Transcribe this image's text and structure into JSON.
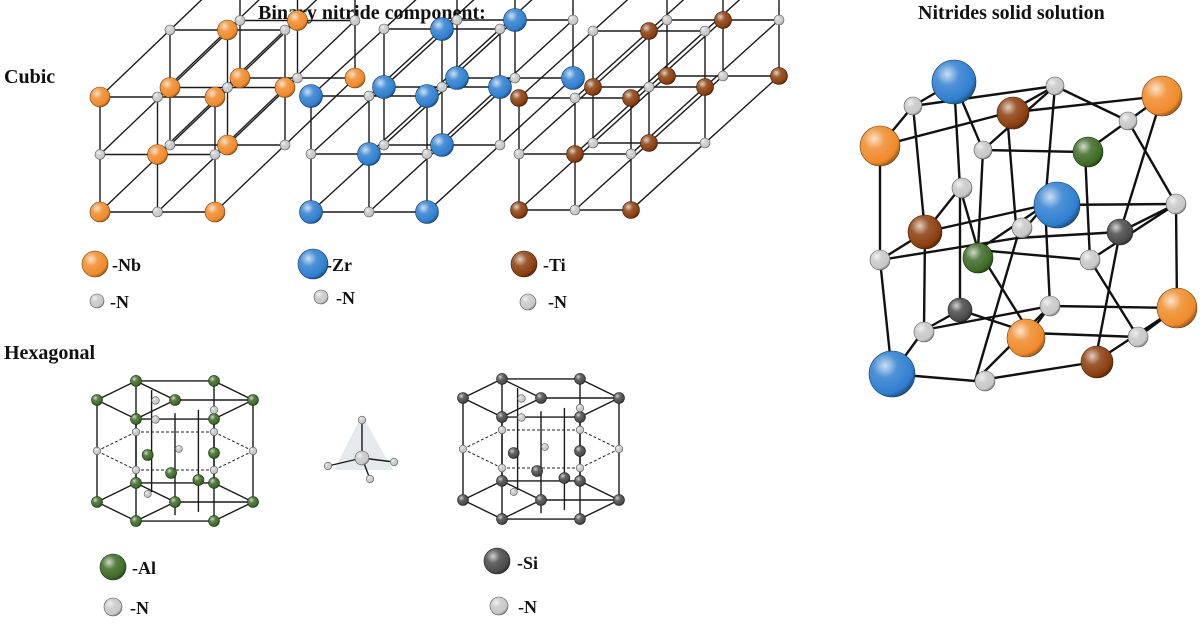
{
  "titles": {
    "binary": "Binary nitride component:",
    "solution": "Nitrides solid solution"
  },
  "sections": {
    "cubic": "Cubic",
    "hexagonal": "Hexagonal"
  },
  "legend": {
    "nb": "-Nb",
    "zr": "-Zr",
    "ti": "-Ti",
    "al": "-Al",
    "si": "-Si",
    "n": "-N"
  },
  "colors": {
    "nb": "#f08a2a",
    "zr": "#2f7fd0",
    "ti": "#8a3e0e",
    "al": "#3d6b25",
    "si": "#4a4a4a",
    "n": "#c8c8c8"
  },
  "structures": [
    {
      "id": "nb-cubic",
      "lattice": "rocksalt",
      "metal": "nb",
      "nonmetal": "n"
    },
    {
      "id": "zr-cubic",
      "lattice": "rocksalt",
      "metal": "zr",
      "nonmetal": "n"
    },
    {
      "id": "ti-cubic",
      "lattice": "rocksalt",
      "metal": "ti",
      "nonmetal": "n"
    },
    {
      "id": "al-hex",
      "lattice": "wurtzite",
      "metal": "al",
      "nonmetal": "n"
    },
    {
      "id": "si-hex",
      "lattice": "wurtzite",
      "metal": "si",
      "nonmetal": "n"
    },
    {
      "id": "solid-solution",
      "lattice": "rocksalt",
      "metals": [
        "zr",
        "nb",
        "ti",
        "al",
        "si"
      ],
      "nonmetal": "n"
    }
  ]
}
